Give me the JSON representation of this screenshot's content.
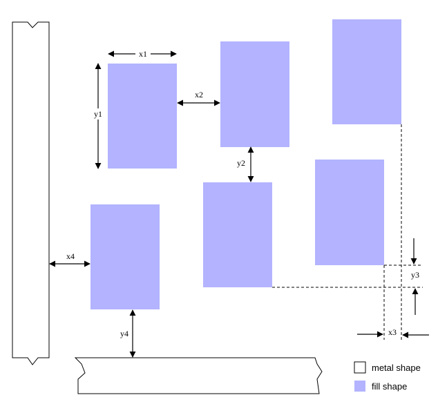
{
  "colors": {
    "fill": "#b3b3ff",
    "metal_fill": "#ffffff",
    "stroke": "#000000"
  },
  "dimensions": {
    "x1": "x1",
    "x2": "x2",
    "x3": "x3",
    "x4": "x4",
    "y1": "y1",
    "y2": "y2",
    "y3": "y3",
    "y4": "y4"
  },
  "legend": {
    "metal_label": "metal shape",
    "fill_label": "fill shape"
  }
}
